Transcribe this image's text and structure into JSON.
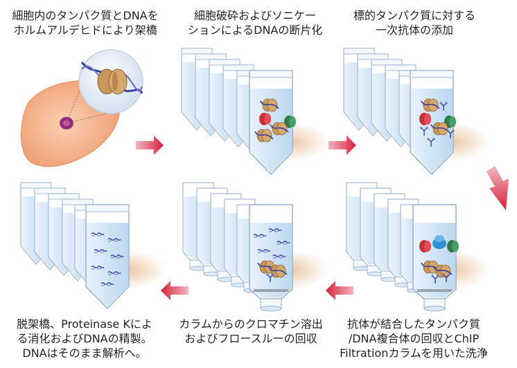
{
  "steps": [
    {
      "text": "細胞内のタンパク質とDNAを\nホルムアルデヒドにより架橋"
    },
    {
      "text": "細胞破砕およびソニケー\nションによるDNAの断片化"
    },
    {
      "text": "標的タンパク質に対する\n一次抗体の添加"
    },
    {
      "text": "抗体が結合したタンパク質\n/DNA複合体の回収とChIP\nFiltrationカラムを用いた洗浄"
    },
    {
      "text": "カラムからのクロマチン溶出\nおよびフロースルーの回収"
    },
    {
      "text": "脱架橋、Proteinase Kによ\nる消化およびDNAの精製。\nDNAはそのまま解析へ。"
    }
  ],
  "colors": {
    "arrow": "#d6203a",
    "tube_liquid": "#cfe4f6",
    "tube_edge": "#8ea9cc",
    "cell": "#f6b18a",
    "nucleus": "#9a2a7a",
    "histone": "#c9975c",
    "dna": "#3a3f9a",
    "protein_red": "#c8313a",
    "protein_green": "#2f7a4c",
    "antibody": "#2e8fd3"
  }
}
